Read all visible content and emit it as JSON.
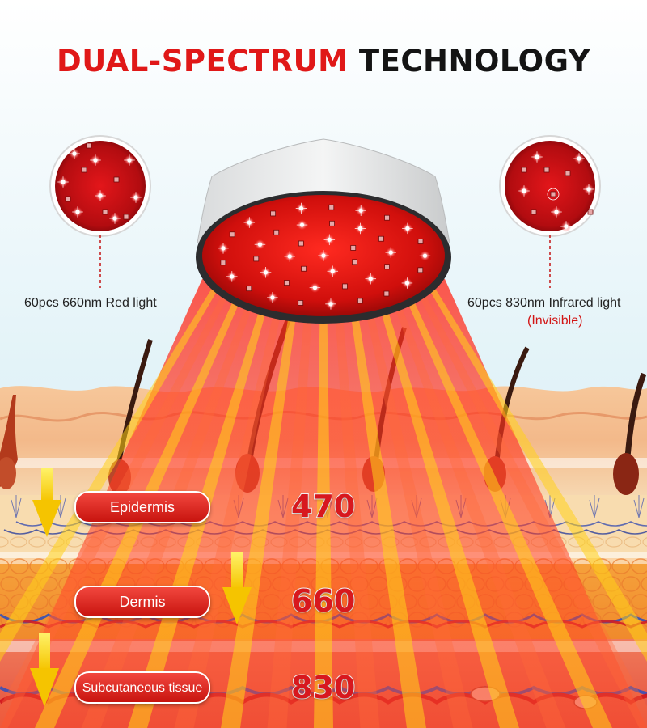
{
  "title": {
    "part1": "DUAL-SPECTRUM",
    "part2": "TECHNOLOGY"
  },
  "captions": {
    "red": "60pcs 660nm Red light",
    "infrared": "60pcs 830nm Infrared light",
    "infrared_note": "(Invisible)"
  },
  "layers": [
    {
      "name": "Epidermis",
      "depth": "470"
    },
    {
      "name": "Dermis",
      "depth": "660"
    },
    {
      "name": "Subcutaneous tissue",
      "depth": "830"
    }
  ],
  "colors": {
    "title_red": "#e01818",
    "title_black": "#141414",
    "light_red": "#e8130f",
    "beam_yellow": "#ffd21a",
    "pill_red": "#e0231c"
  },
  "icons": [
    "led-cap-device",
    "zoom-circle-red-leds",
    "zoom-circle-infrared-leds",
    "down-arrow",
    "hair-follicle",
    "blood-vessel"
  ]
}
